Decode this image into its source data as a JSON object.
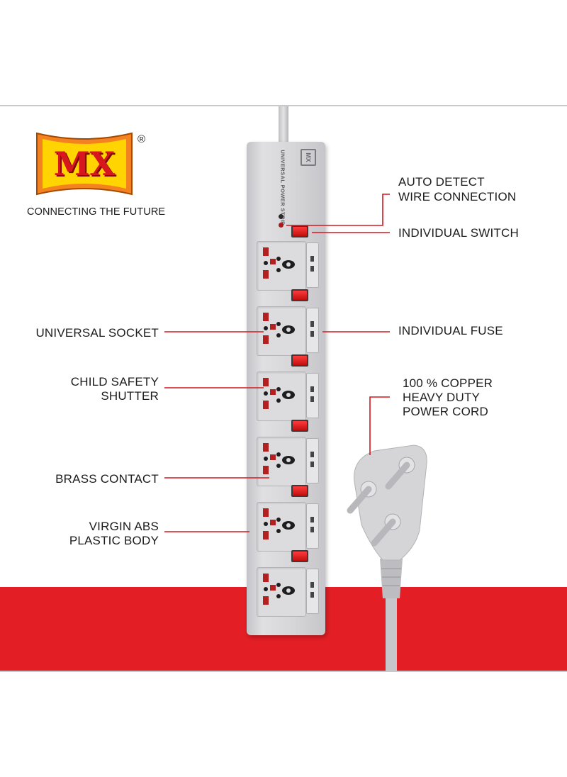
{
  "brand": {
    "logo_text": "MX",
    "registered_mark": "®",
    "tagline": "CONNECTING THE FUTURE"
  },
  "product": {
    "strip_logo_text": "MX",
    "strip_title": "UNIVERSAL POWER STRIP",
    "outlet_count": 6
  },
  "labels": {
    "auto_detect": [
      "AUTO DETECT",
      "WIRE CONNECTION"
    ],
    "individual_switch": "INDIVIDUAL SWITCH",
    "universal_socket": "UNIVERSAL SOCKET",
    "individual_fuse": "INDIVIDUAL FUSE",
    "child_safety": [
      "CHILD SAFETY",
      "SHUTTER"
    ],
    "copper_cord": [
      "100 % COPPER",
      "HEAVY DUTY",
      "POWER CORD"
    ],
    "brass_contact": "BRASS CONTACT",
    "abs_body": [
      "VIRGIN ABS",
      "PLASTIC BODY"
    ]
  },
  "colors": {
    "accent_red": "#e31e25",
    "strip_body": "#d3d3d6",
    "logo_orange": "#f58220",
    "logo_yellow": "#ffd400"
  }
}
